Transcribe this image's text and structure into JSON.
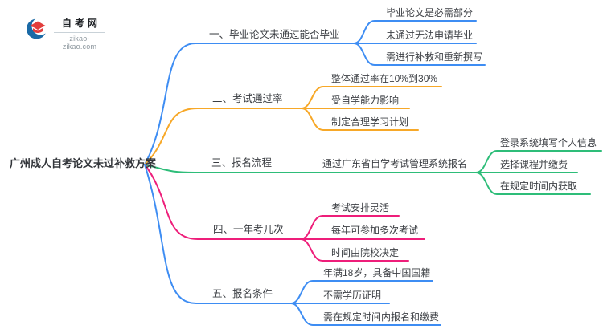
{
  "logo": {
    "site_name": "自考网",
    "site_domain": "zikao-zikao.com"
  },
  "colors": {
    "branch_1": "#3e8df3",
    "branch_2": "#f7a828",
    "branch_3": "#2ebd79",
    "branch_4": "#ee1e7a",
    "branch_5": "#3e8df3",
    "text": "#3d4045"
  },
  "mindmap": {
    "center": "广州成人自考论文未过补救方案",
    "branches": [
      {
        "label": "一、毕业论文未通过能否毕业",
        "color": "#3e8df3",
        "children": [
          "毕业论文是必需部分",
          "未通过无法申请毕业",
          "需进行补救和重新撰写"
        ]
      },
      {
        "label": "二、考试通过率",
        "color": "#f7a828",
        "children": [
          "整体通过率在10%到30%",
          "受自学能力影响",
          "制定合理学习计划"
        ]
      },
      {
        "label": "三、报名流程",
        "color": "#2ebd79",
        "subtopic": "通过广东省自学考试管理系统报名",
        "children": [
          "登录系统填写个人信息",
          "选择课程并缴费",
          "在规定时间内获取"
        ]
      },
      {
        "label": "四、一年考几次",
        "color": "#ee1e7a",
        "children": [
          "考试安排灵活",
          "每年可参加多次考试",
          "时间由院校决定"
        ]
      },
      {
        "label": "五、报名条件",
        "color": "#3e8df3",
        "children": [
          "年满18岁，具备中国国籍",
          "不需学历证明",
          "需在规定时间内报名和缴费"
        ]
      }
    ]
  }
}
